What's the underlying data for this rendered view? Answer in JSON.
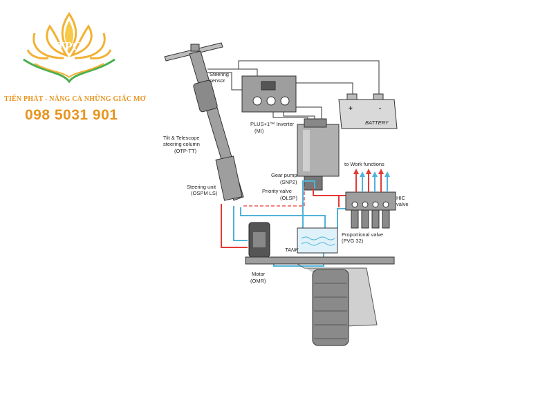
{
  "brand": {
    "logo_text": "TPG",
    "tagline": "TIẾN PHÁT - NÂNG CÁ NHỮNG GIẤC MƠ",
    "phone": "098 5031 901"
  },
  "labels": {
    "steering_sensor_1": "Steering",
    "steering_sensor_2": "sensor",
    "inverter_1": "PLUS+1™ Inverter",
    "inverter_2": "(MI)",
    "battery": "BATTERY",
    "battery_plus": "+",
    "battery_minus": "-",
    "column_1": "Tilt & Telescope",
    "column_2": "steering column",
    "column_3": "(OTP-TT)",
    "work_functions": "to Work functions",
    "gear_pump_1": "Gear pump",
    "gear_pump_2": "(SNP2)",
    "priority_1": "Priority valve",
    "priority_2": "(OLSP)",
    "steering_unit_1": "Steering unit",
    "steering_unit_2": "(OSPM LS)",
    "hic_1": "HIC",
    "hic_2": "valve",
    "tank": "TANK",
    "prop_1": "Proportional valve",
    "prop_2": "(PVG 32)",
    "motor_1": "Motor",
    "motor_2": "(OMR)"
  },
  "colors": {
    "brand_orange": "#e8941f",
    "brand_green": "#4caf50",
    "pressure_line": "#e53935",
    "return_line": "#4fb3d9",
    "equipment_gray": "#9e9e9e",
    "wire": "#333333"
  }
}
